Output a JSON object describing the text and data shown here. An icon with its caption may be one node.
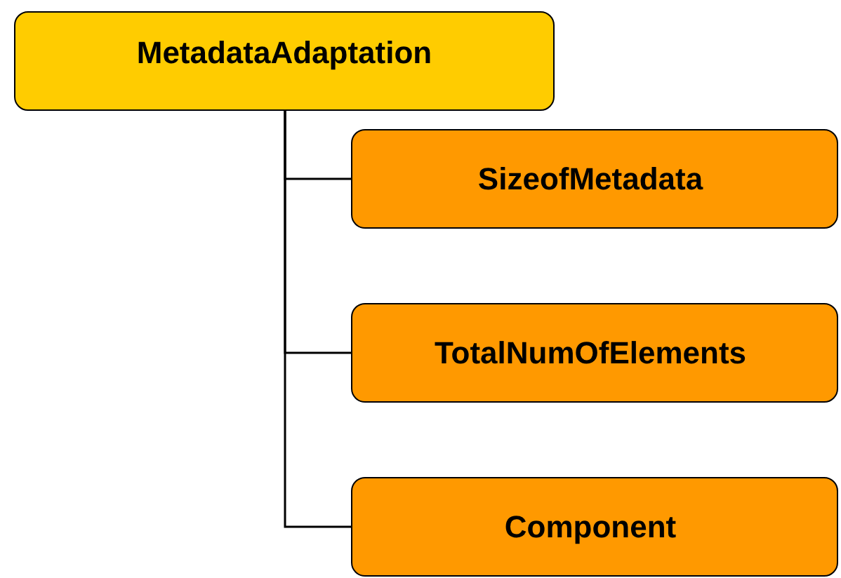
{
  "diagram": {
    "nodes": [
      {
        "text": [
          "MetadataAdaptation"
        ]
      },
      {
        "text": [
          "SizeofMetadata"
        ]
      },
      {
        "text": [
          "TotalNumOfElements"
        ]
      },
      {
        "text": [
          "Component"
        ]
      }
    ],
    "edges": [
      {
        "from": 0,
        "to": 1,
        "arrow": "none"
      },
      {
        "from": 0,
        "to": 2,
        "arrow": "none"
      },
      {
        "from": 0,
        "to": 3,
        "arrow": "none"
      }
    ]
  }
}
